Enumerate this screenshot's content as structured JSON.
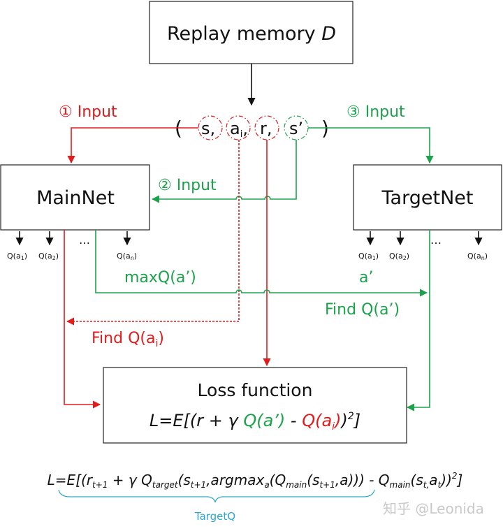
{
  "diagram": {
    "title": "Double DQN training flow",
    "nodes": {
      "replay_memory": {
        "label": "Replay memory ",
        "label_italic": "D"
      },
      "main_net": {
        "label": "MainNet"
      },
      "target_net": {
        "label": "TargetNet"
      },
      "loss": {
        "label": "Loss function"
      }
    },
    "tuple": {
      "open": "(",
      "close": ")",
      "items": [
        "s,",
        "a",
        "r,",
        "s’"
      ],
      "a_sub": "i",
      "a_suffix": ","
    },
    "edge_labels": {
      "input1": "① Input",
      "input2": "②  Input",
      "input3": "③ Input",
      "maxq": "maxQ(a’)",
      "a_prime": "a’",
      "find_q_aprime": "Find Q(a’)",
      "find_q_ai_main": "Find Q(a",
      "find_q_ai_sub": "i",
      "find_q_ai_end": ")"
    },
    "outputs": {
      "q1": "Q(a",
      "q1_sub": "1",
      "q2": "Q(a",
      "q2_sub": "2",
      "qn": "Q(a",
      "qn_sub": "n",
      "close": ")",
      "ellipsis": "…"
    },
    "loss_formula": {
      "p1": "L=E[(r + γ ",
      "green": "Q(a’)",
      "p2": " - ",
      "red": "Q(a",
      "red_sub": "i",
      "red_end": ")",
      "p3": ")",
      "sup": "2",
      "p4": "]"
    },
    "full_formula": {
      "p1": "L=E[(r",
      "s1": "t+1",
      "p2": " + γ Q",
      "s2": "target",
      "p3": "(s",
      "s3": "t+1",
      "p4": ",argmax",
      "s4": "a",
      "p5": "(Q",
      "s5": "main",
      "p6": "(s",
      "s6": "t+1",
      "p7": ",a))) - Q",
      "s7": "main",
      "p8": "(s",
      "s8": "t,",
      "p9": "a",
      "s9": "t",
      "p10": "))",
      "sup": "2",
      "p11": "]"
    },
    "brace_label": "TargetQ",
    "watermark": "知乎 @Leonida"
  },
  "colors": {
    "red": "#e31b1b",
    "green": "#1aa34a",
    "blue": "#2aa7d0",
    "black": "#111111"
  }
}
